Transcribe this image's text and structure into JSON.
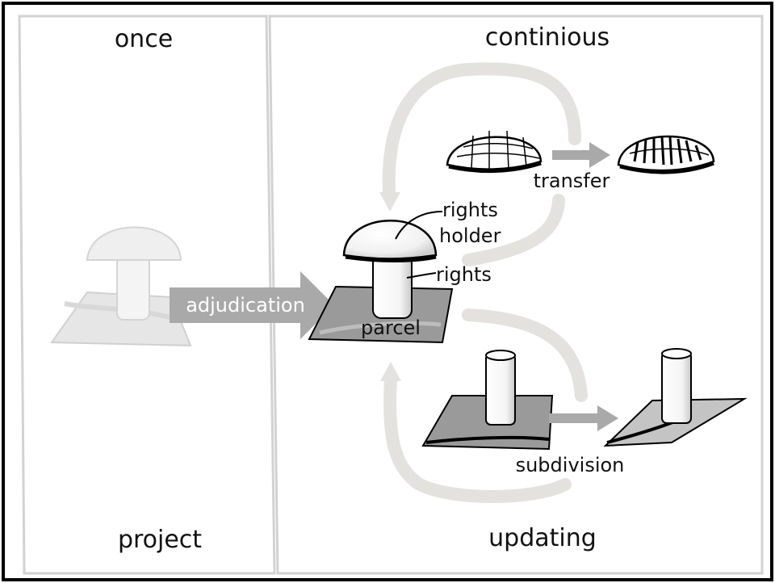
{
  "panels": {
    "left": {
      "top_label": "once",
      "bottom_label": "project"
    },
    "right": {
      "top_label": "continious",
      "bottom_label": "updating"
    }
  },
  "labels": {
    "adjudication": "adjudication",
    "rights_holder_line1": "rights",
    "rights_holder_line2": "holder",
    "rights": "rights",
    "parcel": "parcel",
    "transfer": "transfer",
    "subdivision": "subdivision"
  },
  "colors": {
    "border": "#000000",
    "faded": "#d9d9d9",
    "arrow": "#a9a9a9",
    "cycle": "#e4e2de",
    "parcel": "#9a9a9a",
    "text": "#111111"
  }
}
